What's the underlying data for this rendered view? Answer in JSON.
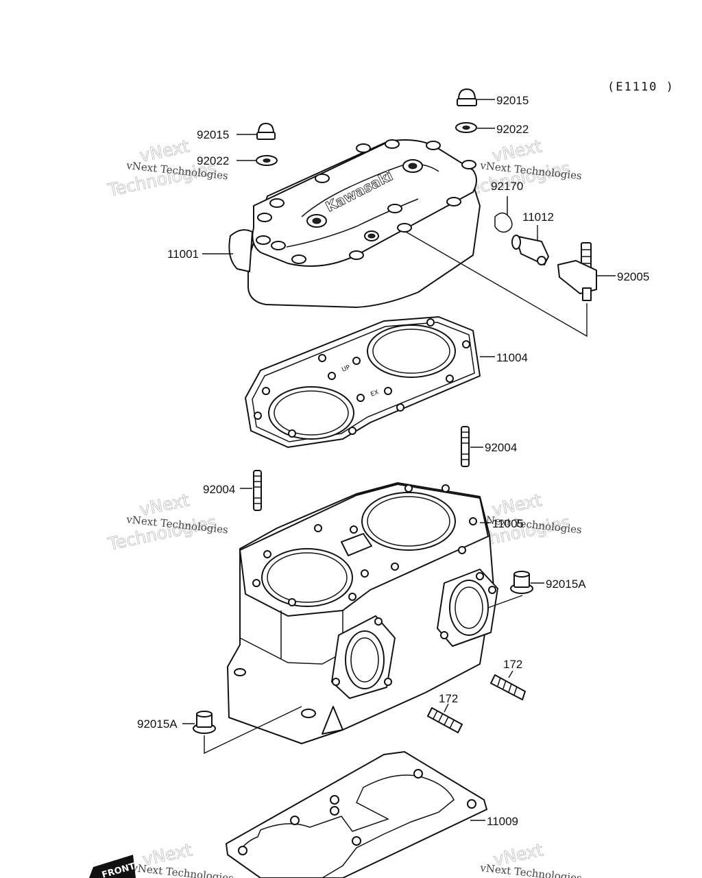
{
  "header": {
    "code": "(E1110 )"
  },
  "watermark": {
    "line1": "vNext",
    "line2": "Technologies",
    "caption": "vNext Technologies"
  },
  "head_logo": "Kawasaki",
  "front_tag": "FRONT",
  "gasket_marks": {
    "up": "UP",
    "ex": "EX"
  },
  "parts": {
    "cap_nut_right": "92015",
    "washer_right": "92022",
    "cap_nut_left": "92015",
    "washer_left": "92022",
    "cylinder_head": "11001",
    "clip": "92170",
    "fitting": "11012",
    "bolt_nipple": "92005",
    "head_gasket": "11004",
    "stud_right": "92004",
    "stud_left": "92004",
    "cylinder": "11005",
    "flange_nut_right": "92015A",
    "stud_172_right": "172",
    "stud_172_left": "172",
    "flange_nut_left": "92015A",
    "base_gasket": "11009"
  }
}
